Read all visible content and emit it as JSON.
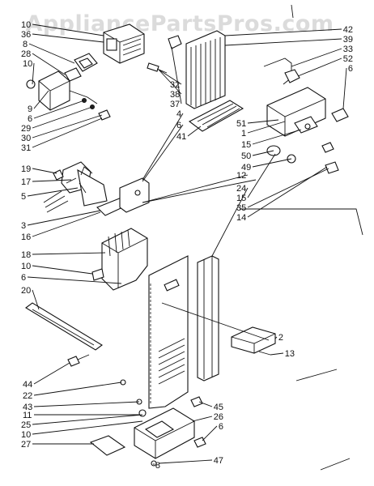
{
  "watermark": "AppliancePartsPros.com",
  "callouts": {
    "left": [
      "10",
      "36",
      "8",
      "28",
      "10",
      "9",
      "6",
      "29",
      "30",
      "31",
      "19",
      "17",
      "5",
      "3",
      "16",
      "18",
      "10",
      "6",
      "20",
      "44",
      "22",
      "43",
      "11",
      "25",
      "10",
      "27"
    ],
    "center": [
      "32",
      "38",
      "37",
      "4",
      "6",
      "41",
      "12",
      "24",
      "15",
      "35",
      "14",
      "51",
      "1",
      "15",
      "50",
      "49"
    ],
    "right": [
      "42",
      "39",
      "33",
      "52",
      "6",
      "2",
      "13",
      "45",
      "26",
      "6",
      "47",
      "8"
    ]
  }
}
